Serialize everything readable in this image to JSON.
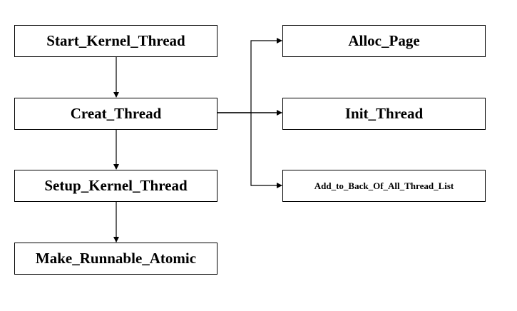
{
  "nodes": {
    "start_kernel_thread": "Start_Kernel_Thread",
    "creat_thread": "Creat_Thread",
    "setup_kernel_thread": "Setup_Kernel_Thread",
    "make_runnable_atomic": "Make_Runnable_Atomic",
    "alloc_page": "Alloc_Page",
    "init_thread": "Init_Thread",
    "add_to_back": "Add_to_Back_Of_All_Thread_List"
  },
  "edges": [
    {
      "from": "Start_Kernel_Thread",
      "to": "Creat_Thread"
    },
    {
      "from": "Creat_Thread",
      "to": "Setup_Kernel_Thread"
    },
    {
      "from": "Setup_Kernel_Thread",
      "to": "Make_Runnable_Atomic"
    },
    {
      "from": "Creat_Thread",
      "to": "Alloc_Page"
    },
    {
      "from": "Creat_Thread",
      "to": "Init_Thread"
    },
    {
      "from": "Creat_Thread",
      "to": "Add_to_Back_Of_All_Thread_List"
    }
  ]
}
